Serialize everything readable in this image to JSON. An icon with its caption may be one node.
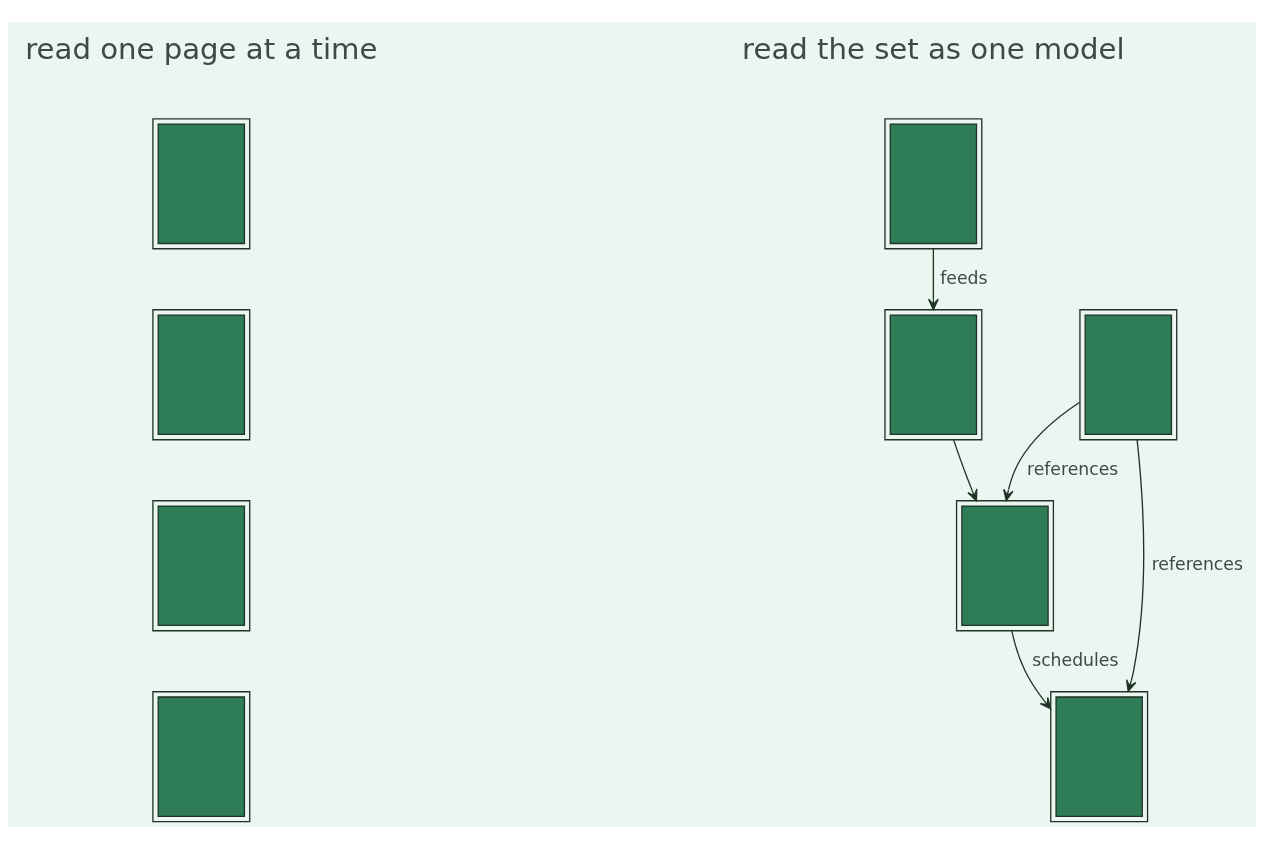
{
  "diagram": {
    "nodes": [
      {
        "text": [],
        "shape": "box"
      },
      {
        "text": [],
        "shape": "box"
      },
      {
        "text": [],
        "shape": "box"
      },
      {
        "text": [],
        "shape": "box"
      },
      {
        "text": [],
        "shape": "box"
      },
      {
        "text": [],
        "shape": "box"
      },
      {
        "text": [],
        "shape": "box"
      },
      {
        "text": [],
        "shape": "box"
      },
      {
        "text": [],
        "shape": "box"
      }
    ],
    "edges": [
      {
        "from": 4,
        "to": 5,
        "arrow": "to",
        "label": "feeds"
      },
      {
        "from": 5,
        "to": 7,
        "arrow": "to"
      },
      {
        "from": 6,
        "to": 7,
        "arrow": "to",
        "label": "references"
      },
      {
        "from": 7,
        "to": 8,
        "arrow": "to",
        "label": "schedules"
      },
      {
        "from": 6,
        "to": 8,
        "arrow": "to",
        "label": "references"
      }
    ],
    "labels": [
      "read one page at a time",
      "read the set as one model"
    ]
  }
}
